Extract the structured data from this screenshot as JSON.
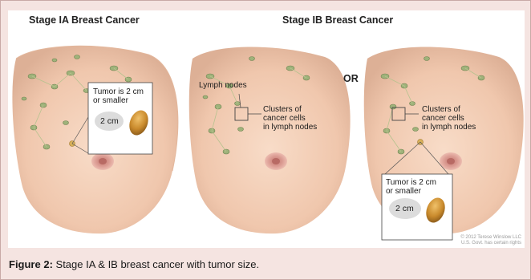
{
  "panels": {
    "stage_ia": {
      "title": "Stage IA Breast Cancer",
      "tumor_label_line1": "Tumor is 2 cm",
      "tumor_label_line2": "or smaller",
      "size_label": "2 cm"
    },
    "stage_ib": {
      "title": "Stage IB Breast Cancer",
      "lymph_nodes_label": "Lymph nodes",
      "clusters_line1": "Clusters of",
      "clusters_line2": "cancer cells",
      "clusters_line3": "in lymph nodes",
      "or_label": "OR",
      "clusters2_line1": "Clusters of",
      "clusters2_line2": "cancer cells",
      "clusters2_line3": "in lymph nodes",
      "tumor_label_line1": "Tumor is 2 cm",
      "tumor_label_line2": "or smaller",
      "size_label": "2 cm"
    }
  },
  "copyright_line1": "© 2012 Terese Winslow LLC",
  "copyright_line2": "U.S. Govt. has certain rights",
  "caption": {
    "prefix": "Figure 2:",
    "text": " Stage IA & IB breast cancer with tumor size."
  },
  "colors": {
    "background": "#f5e4e1",
    "skin": "#f3cfb6",
    "skin_shadow": "#dca98a",
    "lymph_node": "#9fb27a",
    "tumor": "#c98a2c",
    "tumor_highlight": "#f0c16a",
    "nipple": "#d8938c",
    "nipple_center": "#b86a64"
  }
}
